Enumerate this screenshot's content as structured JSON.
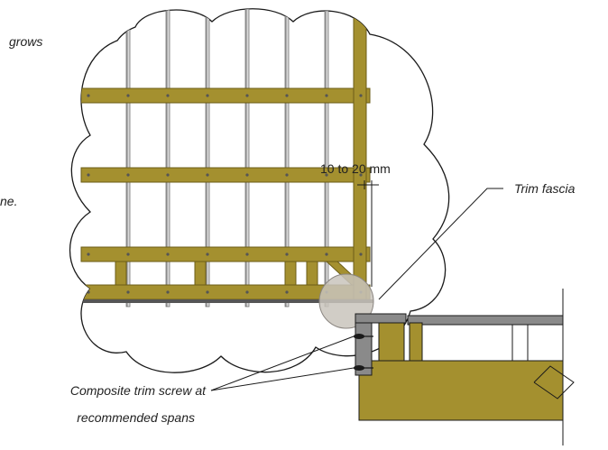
{
  "labels": {
    "top_fragment": "grows",
    "mid_fragment": "ne.",
    "dimension": "10 to 20 mm",
    "trim_fascia": "Trim fascia",
    "screw_line1": "Composite trim screw at",
    "screw_line2": "recommended spans"
  },
  "colors": {
    "timber": "#a4902f",
    "timber_stroke": "#6b5d17",
    "board": "#8a8a8a",
    "rail": "#d8d8d8",
    "outline": "#1a1a1a",
    "circle_fill": "#c9c4bc"
  }
}
